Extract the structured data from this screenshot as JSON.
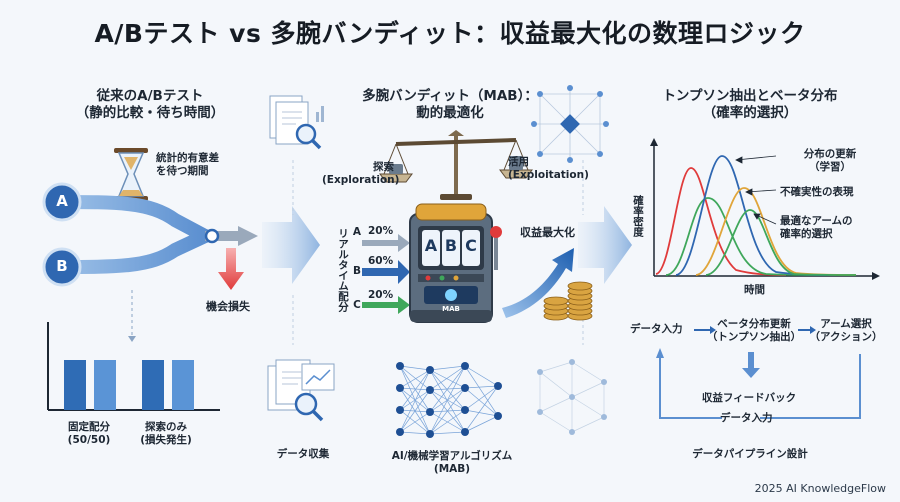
{
  "title": "A/Bテスト vs 多腕バンディット：収益最大化の数理ロジック",
  "left": {
    "heading": "従来のA/Bテスト\n（静的比較・待ち時間）",
    "hourglass_note": "統計的有意差\nを待つ期間",
    "variant_a": "A",
    "variant_b": "B",
    "opportunity_loss": "機会損失",
    "bar_label_1": "固定配分\n(50/50)",
    "bar_label_2": "探索のみ\n(損失発生)"
  },
  "middle": {
    "heading": "多腕バンディット（MAB）：\n動的最適化",
    "explore": "探索\n(Exploration)",
    "exploit": "活用\n(Exploitation)",
    "realtime": "リアルタイム配分",
    "alloc": [
      {
        "arm": "A",
        "pct": "20%"
      },
      {
        "arm": "B",
        "pct": "60%"
      },
      {
        "arm": "C",
        "pct": "20%"
      }
    ],
    "reels": [
      "A",
      "B",
      "C"
    ],
    "machine_badge": "MAB",
    "revenue_max": "収益最大化",
    "data_collect": "データ収集",
    "nn_caption": "AI/機械学習アルゴリズム\n(MAB)"
  },
  "right": {
    "heading": "トンプソン抽出とベータ分布\n（確率的選択）",
    "y_axis": "確率密度",
    "x_axis": "時間",
    "ann1": "分布の更新\n（学習）",
    "ann2": "不確実性の表現",
    "ann3": "最適なアームの\n確率的選択",
    "flow_input": "データ入力",
    "flow_update": "ベータ分布更新\n（トンプソン抽出）",
    "flow_select": "アーム選択\n（アクション）",
    "flow_feedback": "収益フィードバック",
    "flow_input2": "データ入力",
    "pipeline": "データパイプライン設計"
  },
  "footer": "2025 AI KnowledgeFlow",
  "colors": {
    "blue": "#2f67b1",
    "red": "#e03b3b",
    "green": "#3fa75b",
    "orange": "#e0a53a",
    "bar": "#2f6cb5"
  }
}
